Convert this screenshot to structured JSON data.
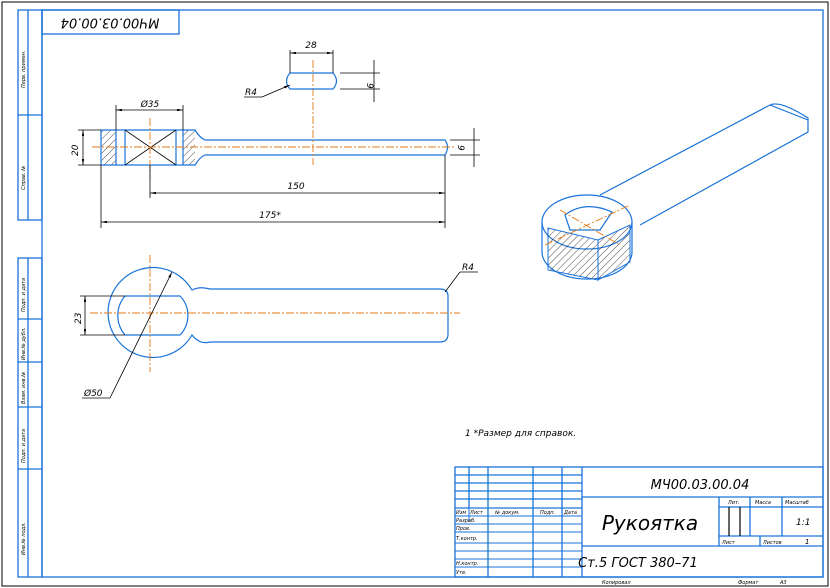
{
  "stamp_code": "МЧ00.03.00.04",
  "side_labels": [
    "Перв. примен.",
    "Справ. №",
    "Подп. и дата",
    "Инв.№ дубл.",
    "Взам. инв.№",
    "Подп. и дата",
    "Инв.№ подл."
  ],
  "dimensions": {
    "d35": "Ø35",
    "h20": "20",
    "len150": "150",
    "len175": "175*",
    "w28": "28",
    "h9_top": "9",
    "h9_side": "9",
    "r4_top": "R4",
    "r4_plan": "R4",
    "w23": "23",
    "d50": "Ø50"
  },
  "note": "1  *Размер для справок.",
  "title_block": {
    "code": "МЧ00.03.00.04",
    "name": "Рукоятка",
    "material": "Ст.5 ГОСТ 380–71",
    "headers": [
      "Изм",
      "Лист",
      "№ докум.",
      "Подп.",
      "Дата"
    ],
    "row_labels": [
      "Разраб.",
      "Пров.",
      "Т.контр.",
      "",
      "Н.контр.",
      "Утв."
    ],
    "lit_label": "Лит.",
    "mass_label": "Масса",
    "scale_label": "Масштаб",
    "scale_value": "1:1",
    "sheet_label": "Лист",
    "sheets_label": "Листов",
    "sheets_value": "1",
    "copied": "Копировал",
    "format_label": "Формат",
    "format_value": "A3"
  }
}
